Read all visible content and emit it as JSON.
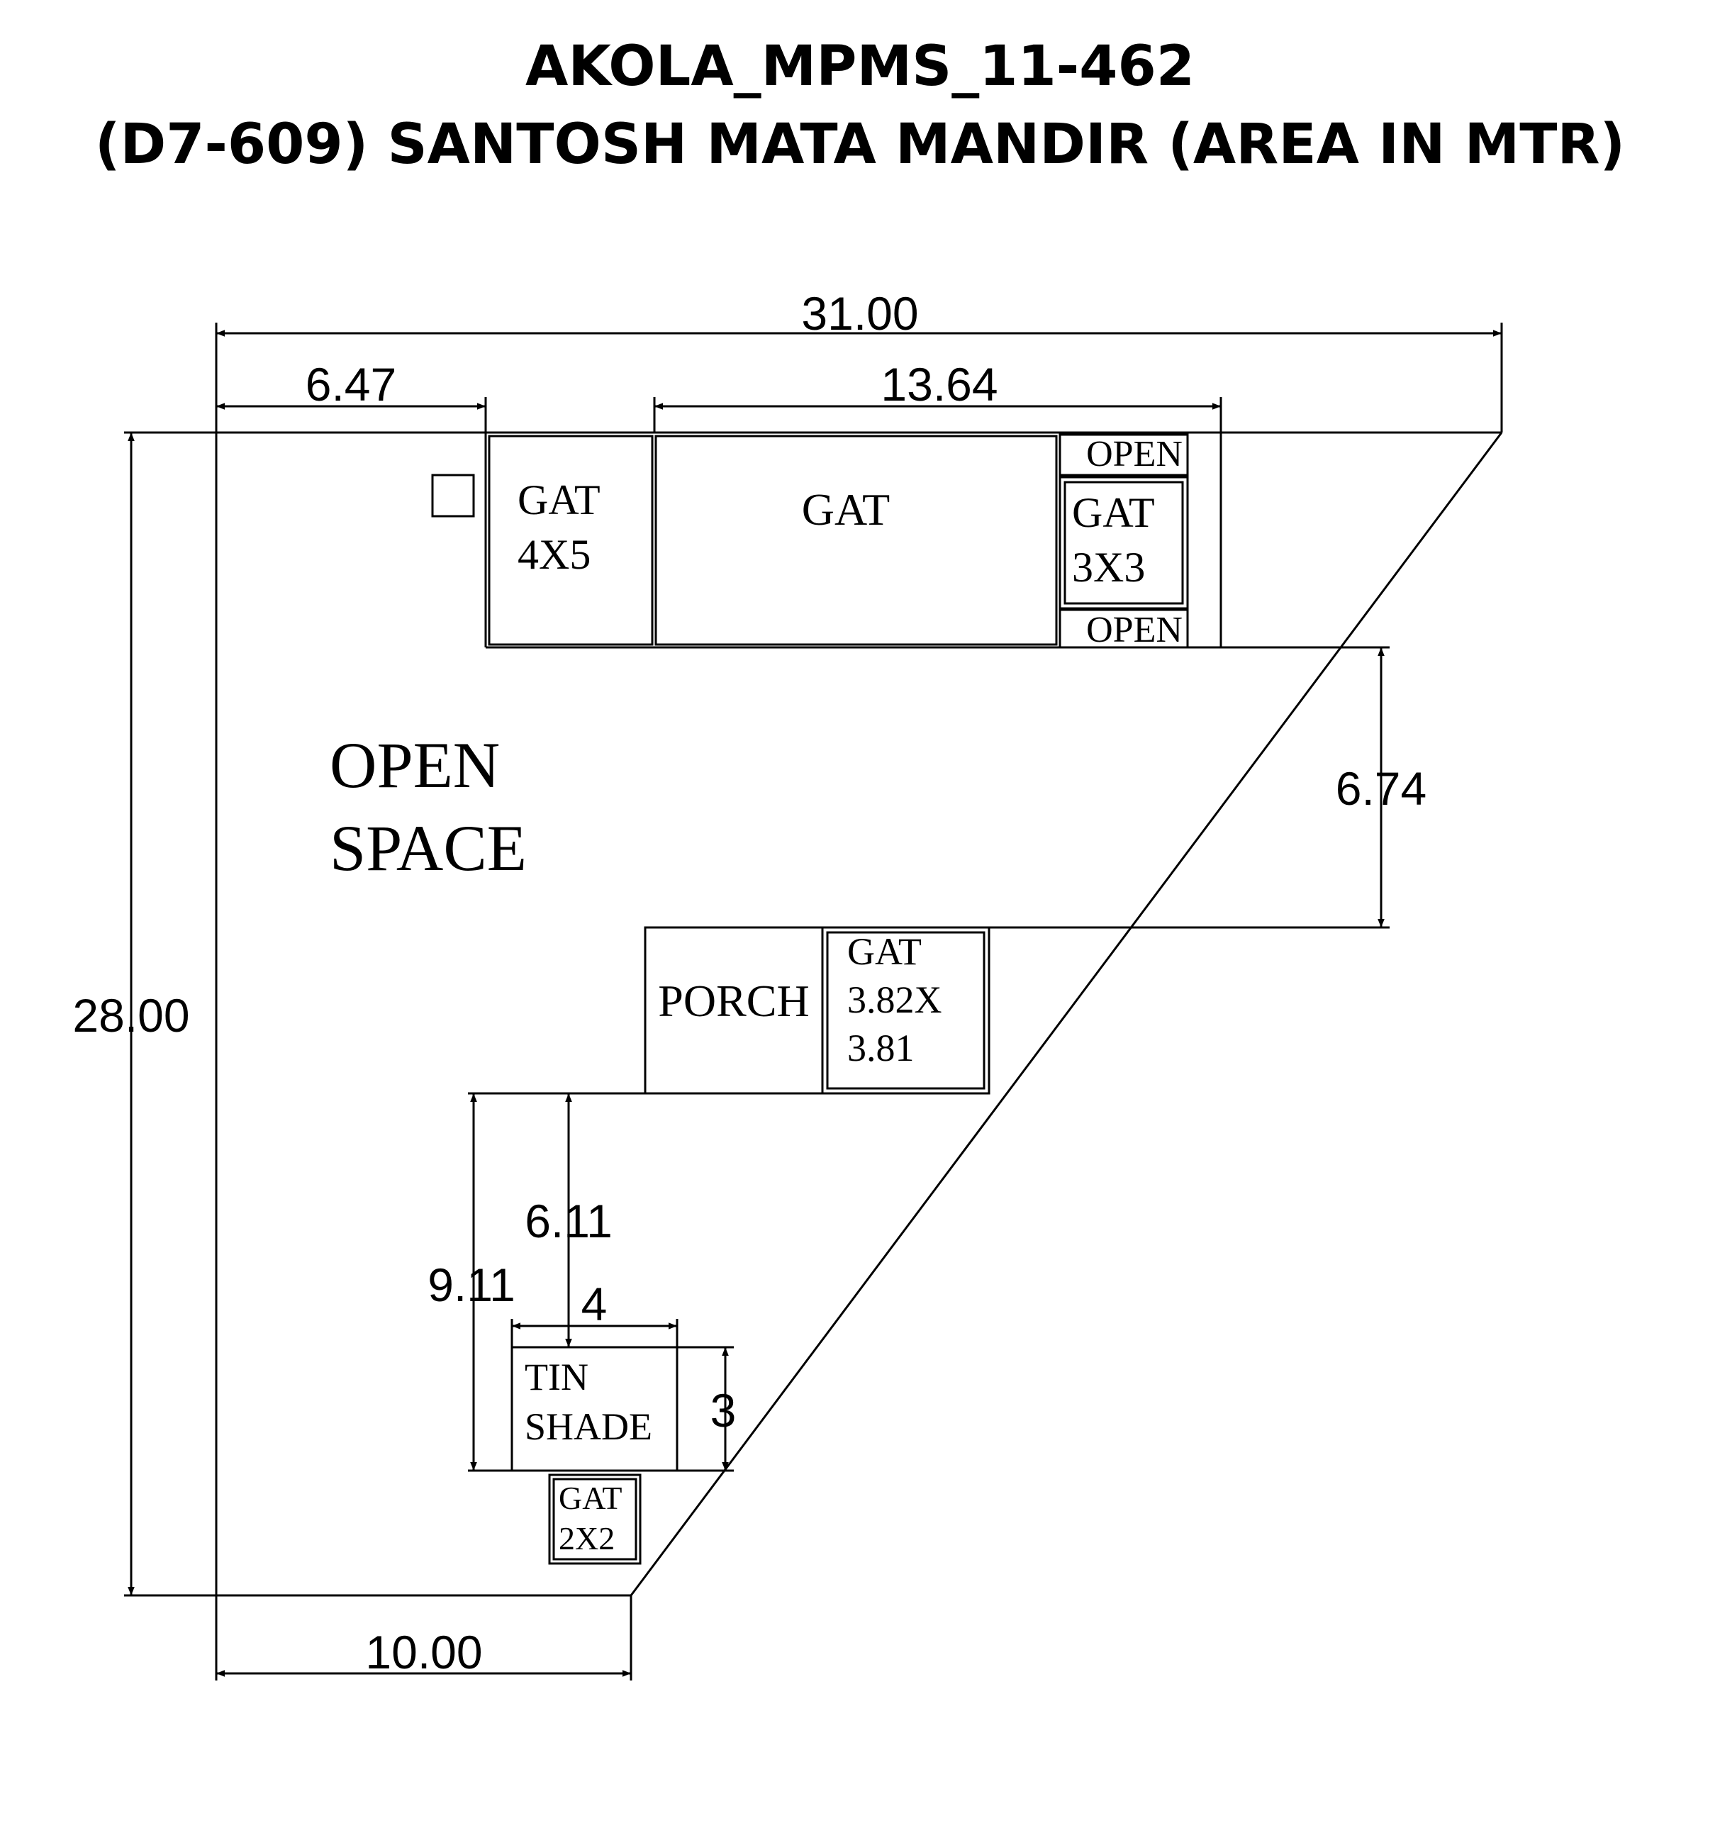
{
  "title": {
    "line1": "AKOLA_MPMS_11-462",
    "line2": "(D7-609) SANTOSH MATA MANDIR (AREA IN MTR)"
  },
  "dimensions": {
    "top_total": "31.00",
    "top_left": "6.47",
    "top_middle": "13.64",
    "right_gap": "6.74",
    "left_height": "28.00",
    "bottom_width": "10.00",
    "lower_6_11": "6.11",
    "lower_9_11": "9.11",
    "tin_width": "4",
    "tin_height": "3"
  },
  "rooms": {
    "gat_4x5": [
      "GAT",
      "4X5"
    ],
    "gat_main": "GAT",
    "open_top": "OPEN",
    "gat_3x3": [
      "GAT",
      "3X3"
    ],
    "open_bottom": "OPEN",
    "open_space": [
      "OPEN",
      "SPACE"
    ],
    "porch": "PORCH",
    "gat_382": [
      "GAT",
      "3.82X",
      "3.81"
    ],
    "tin_shade": [
      "TIN",
      "SHADE"
    ],
    "gat_2x2": [
      "GAT",
      "2X2"
    ]
  }
}
